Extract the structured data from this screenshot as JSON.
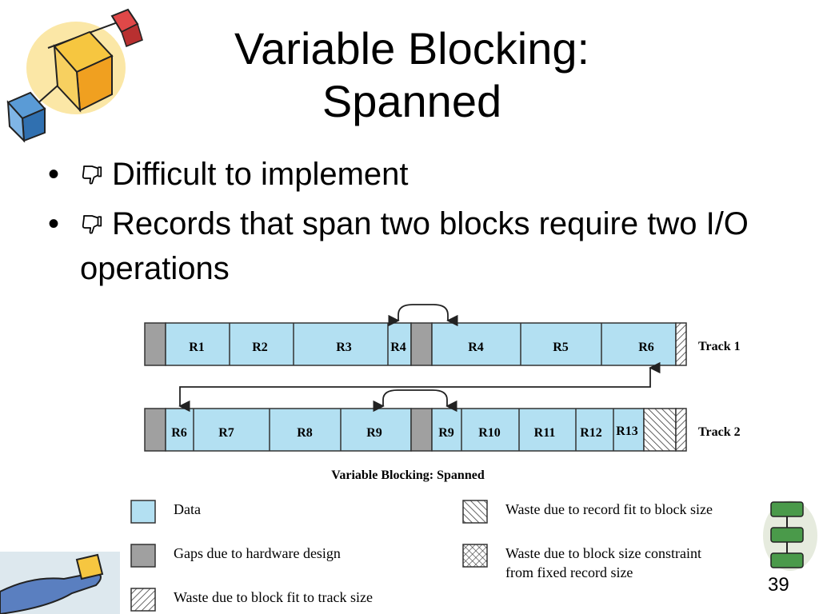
{
  "title": "Variable Blocking:\nSpanned",
  "bullets": [
    {
      "text": "Difficult to implement",
      "icon": "thumbs-down-icon"
    },
    {
      "text": "Records that span two blocks require two I/O operations",
      "icon": "thumbs-down-icon"
    }
  ],
  "diagram": {
    "tracks": [
      {
        "label": "Track 1",
        "records": [
          "R1",
          "R2",
          "R3",
          "R4",
          "R4",
          "R5",
          "R6"
        ]
      },
      {
        "label": "Track 2",
        "records": [
          "R6",
          "R7",
          "R8",
          "R9",
          "R9",
          "R10",
          "R11",
          "R12",
          "R13"
        ]
      }
    ],
    "caption": "Variable Blocking: Spanned"
  },
  "legend": [
    {
      "label": "Data",
      "swatch": "data"
    },
    {
      "label": "Gaps due to hardware design",
      "swatch": "gap"
    },
    {
      "label": "Waste due to block fit to track size",
      "swatch": "hatch-track"
    },
    {
      "label": "Waste due to record fit to block size",
      "swatch": "hatch-record"
    },
    {
      "label": "Waste due to block size constraint\nfrom fixed record size",
      "swatch": "crosshatch"
    }
  ],
  "colors": {
    "data": "#b3e0f2",
    "gap": "#a0a0a0",
    "outline": "#333333"
  },
  "page_number": "39"
}
